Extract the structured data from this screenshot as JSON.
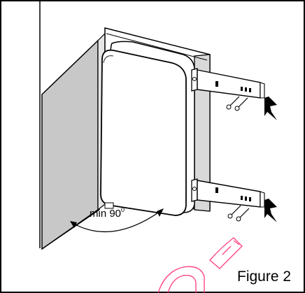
{
  "figure": {
    "caption": "Figure 2",
    "angle_label_text": "min 90",
    "angle_label_superscript": "0"
  },
  "colors": {
    "outline": "#000000",
    "door_panel": "#c8c8c8",
    "frame_gray": "#d9d9d9",
    "watermark": "#ff2a6d"
  }
}
